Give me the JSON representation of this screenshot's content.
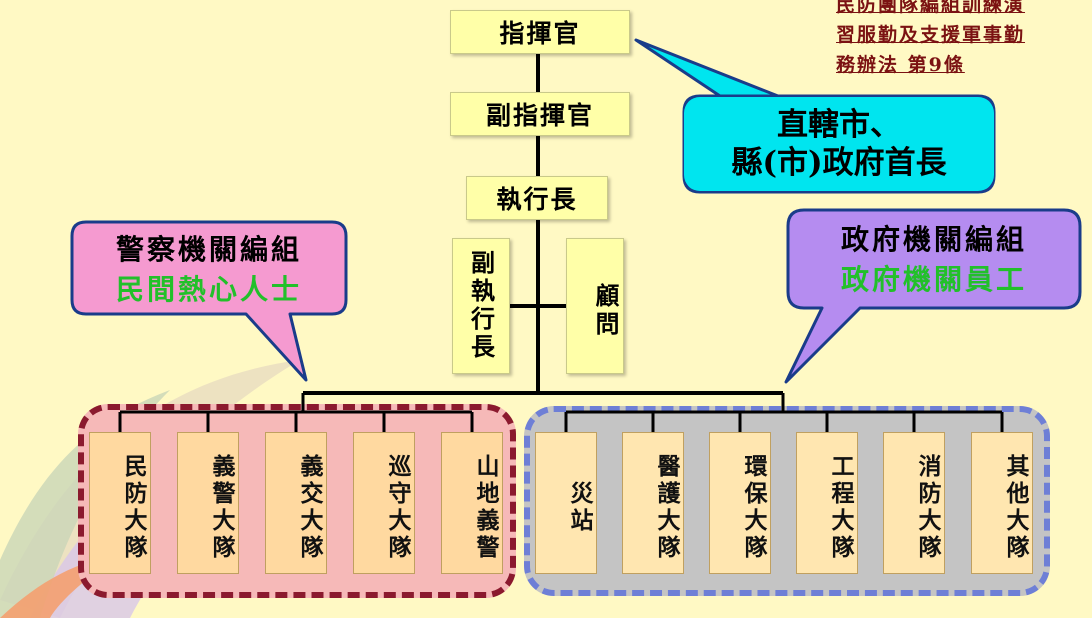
{
  "law_reference": {
    "line1": "民防團隊編組訓練演",
    "line2": "習服勤及支援軍事勤",
    "line3": "務辦法 第9條"
  },
  "chain": {
    "commander": "指揮官",
    "deputy_commander": "副指揮官",
    "executive_officer": "執行長",
    "deputy_executive": "副執行長",
    "advisor": "顧問"
  },
  "callouts": {
    "commander_note": {
      "line1": "直轄市、",
      "line2": "縣(市)政府首長",
      "color": "#00e5ef"
    },
    "police": {
      "line1": "警察機關編組",
      "line2": "民間熱心人士",
      "color": "#f59ad0",
      "line2_color": "#22c02a"
    },
    "government": {
      "line1": "政府機關編組",
      "line2": "政府機關員工",
      "color": "#b58cf0",
      "line2_color": "#22c02a"
    }
  },
  "units_police": [
    "民防大隊",
    "義警大隊",
    "義交大隊",
    "巡守大隊",
    "山地義警"
  ],
  "units_government": [
    "災站",
    "醫護大隊",
    "環保大隊",
    "工程大隊",
    "消防大隊",
    "其他大隊"
  ],
  "colors": {
    "background": "#fff9c4",
    "police_group_fill": "#f6b9b8",
    "police_group_border": "#8b1a2e",
    "gov_group_fill": "#c4c4c4",
    "gov_group_border": "#6e7fd6"
  }
}
